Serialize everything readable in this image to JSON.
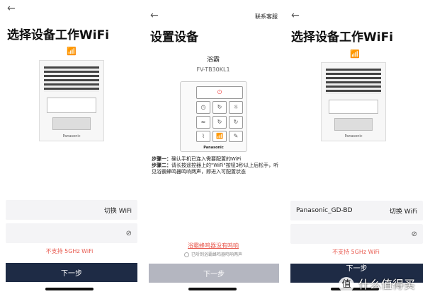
{
  "colors": {
    "primary_button": "#1e2b45",
    "disabled_button": "#b4b6c0",
    "warning": "#e85a4f"
  },
  "screen1": {
    "back_icon": "arrow-left-icon",
    "title": "选择设备工作WiFi",
    "wifi_name": "",
    "switch_wifi": "切换 WiFi",
    "password": "",
    "no5g": "不支持 5GHz WiFi",
    "next": "下一步",
    "device_brand": "Panasonic"
  },
  "screen2": {
    "back_icon": "arrow-left-icon",
    "contact": "联系客服",
    "title": "设置设备",
    "device_name": "浴霸",
    "model": "FV-TB30KL1",
    "remote_brand": "Panasonic",
    "step1_label": "步骤一：",
    "step1": "确认手机已连入需要配置的WiFi",
    "step2_label": "步骤二：",
    "step2": "请长按遥控器上的\"WiFi\"按钮3秒以上后松手，听见浴霸蜂鸣器鸣响两声，即进入可配置状态",
    "no_beep": "浴霸蜂鸣器没有鸣响",
    "heard": "已听到浴霸蜂鸣器鸣响两声",
    "next": "下一步"
  },
  "screen3": {
    "back_icon": "arrow-left-icon",
    "title": "选择设备工作WiFi",
    "wifi_name": "Panasonic_GD-BD",
    "switch_wifi": "切换 WiFi",
    "password": "",
    "no5g": "不支持 5GHz WiFi",
    "next": "下一步",
    "device_brand": "Panasonic"
  },
  "watermark": {
    "logo": "值",
    "text": "什么值得买"
  }
}
